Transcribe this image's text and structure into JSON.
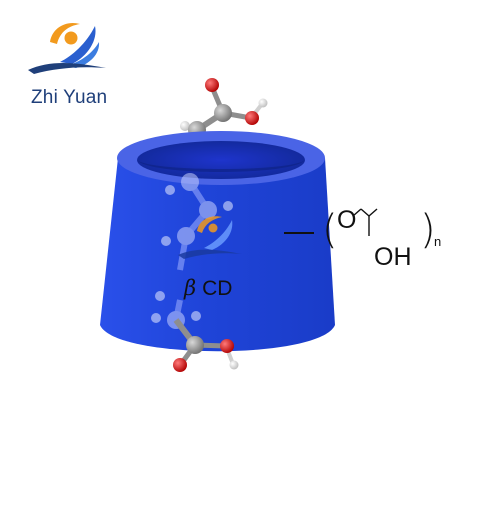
{
  "brand": {
    "name": "Zhi Yuan"
  },
  "cyclodextrin": {
    "label_symbol": "β",
    "label_text": "CD"
  },
  "formula": {
    "open_paren": "(",
    "oxygen": "O",
    "hydroxyl": "OH",
    "close_paren": ")",
    "subscript": "n"
  },
  "colors": {
    "cup_side": "#1f44d8",
    "cup_rim": "#4a64e6",
    "cup_inner": "#1b30c4",
    "carbon": "#8e8e8e",
    "hydrogen": "#f2f2f2",
    "oxygen": "#dd2020",
    "logo_orange": "#f29a1e",
    "logo_blue": "#2a5fcf"
  }
}
